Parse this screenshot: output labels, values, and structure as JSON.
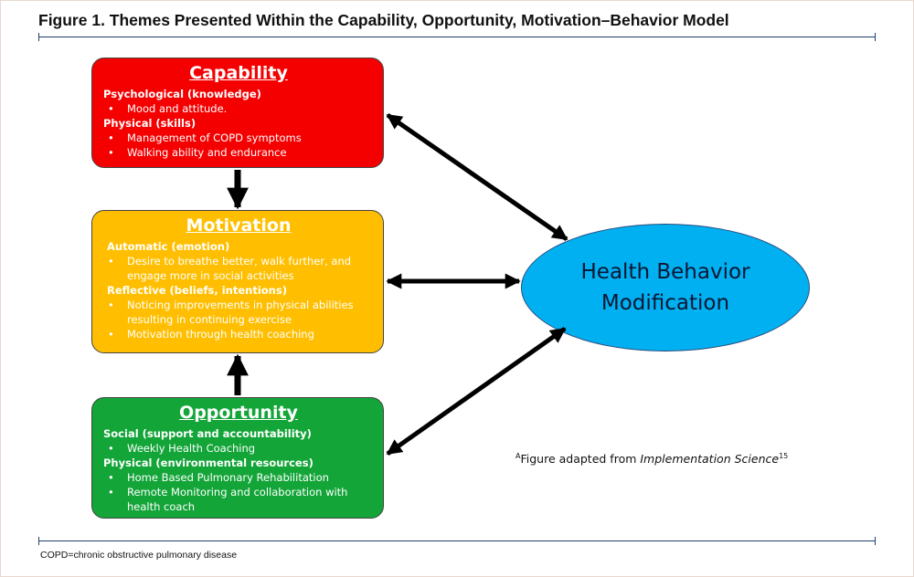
{
  "title": "Figure 1. Themes Presented Within the Capability, Opportunity, Motivation–Behavior Model",
  "footnote": "COPD=chronic obstructive pulmonary disease",
  "colors": {
    "capability": "#f40000",
    "motivation": "#ffbf00",
    "opportunity": "#13a538",
    "behavior": "#00b0f0",
    "arrow": "#000000",
    "rule": "#1f3f6e"
  },
  "capability": {
    "heading": "Capability",
    "groups": [
      {
        "label": "Psychological (knowledge)",
        "items": [
          "Mood and attitude."
        ]
      },
      {
        "label": "Physical (skills)",
        "items": [
          "Management of COPD symptoms",
          "Walking ability and endurance"
        ]
      }
    ]
  },
  "motivation": {
    "heading": "Motivation",
    "groups": [
      {
        "label": "Automatic (emotion)",
        "items": [
          "Desire to breathe better, walk further, and",
          "engage more in social activities"
        ]
      },
      {
        "label": "Reflective (beliefs, intentions)",
        "items": [
          "Noticing improvements in physical abilities",
          "resulting in continuing exercise",
          "Motivation through health coaching"
        ]
      }
    ]
  },
  "opportunity": {
    "heading": "Opportunity",
    "groups": [
      {
        "label": "Social (support and accountability)",
        "items": [
          "Weekly Health Coaching"
        ]
      },
      {
        "label": "Physical (environmental resources)",
        "items": [
          "Home Based Pulmonary Rehabilitation",
          "Remote Monitoring and collaboration with",
          "health coach"
        ]
      }
    ]
  },
  "behavior": {
    "line1": "Health Behavior",
    "line2": "Modification"
  },
  "source_note": {
    "marker": "A",
    "prefix": "Figure adapted from ",
    "journal": "Implementation Science",
    "ref": "15"
  },
  "bullet_glyph": "•"
}
